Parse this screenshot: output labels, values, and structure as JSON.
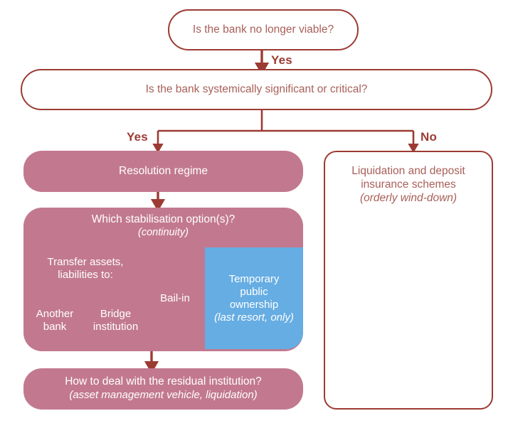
{
  "diagram": {
    "title": "Bank resolution decision flowchart",
    "colors": {
      "outline": "#9c3b33",
      "outline_text": "#a85f58",
      "rose_fill": "#c2798f",
      "blue_fill": "#66ade3",
      "white_text": "#ffffff",
      "background": "#ffffff"
    }
  },
  "nodes": {
    "q1": {
      "text": "Is the bank no longer viable?"
    },
    "q2": {
      "text": "Is the bank systemically significant or critical?"
    },
    "resolution_regime": {
      "text": "Resolution regime"
    },
    "stabilisation": {
      "title": "Which stabilisation option(s)?",
      "subtitle": "(continuity)",
      "cells": {
        "transfer": {
          "line1": "Transfer assets,",
          "line2": "liabilities to:"
        },
        "another_bank": {
          "line1": "Another",
          "line2": "bank"
        },
        "bridge": {
          "line1": "Bridge",
          "line2": "institution"
        },
        "bail_in": {
          "line1": "Bail-in"
        },
        "temporary_public_ownership": {
          "line1": "Temporary",
          "line2": "public",
          "line3": "ownership",
          "note": "(last resort, only)"
        }
      }
    },
    "residual": {
      "title": "How to deal with the residual institution?",
      "subtitle": "(asset management vehicle, liquidation)"
    },
    "liquidation": {
      "line1": "Liquidation and deposit",
      "line2": "insurance schemes",
      "note": "(orderly wind-down)"
    }
  },
  "branch_labels": {
    "yes_top": "Yes",
    "yes_left": "Yes",
    "no_right": "No"
  }
}
